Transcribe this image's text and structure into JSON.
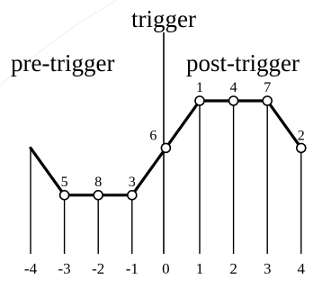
{
  "labels": {
    "trigger": "trigger",
    "pre_trigger": "pre-trigger",
    "post_trigger": "post-trigger"
  },
  "axis": {
    "ticks": [
      "-4",
      "-3",
      "-2",
      "-1",
      "0",
      "1",
      "2",
      "3",
      "4"
    ]
  },
  "chart_data": {
    "type": "line",
    "x": [
      -4,
      -3,
      -2,
      -1,
      0,
      1,
      2,
      3,
      4
    ],
    "y": [
      6,
      2,
      2,
      2,
      6,
      10,
      10,
      10,
      6
    ],
    "sample_labels": [
      "",
      "5",
      "8",
      "3",
      "6",
      "1",
      "4",
      "7",
      "2"
    ],
    "markers": [
      false,
      true,
      true,
      true,
      true,
      true,
      true,
      true,
      true
    ],
    "xlim": [
      -4,
      4
    ],
    "ylim": [
      0,
      10
    ]
  }
}
